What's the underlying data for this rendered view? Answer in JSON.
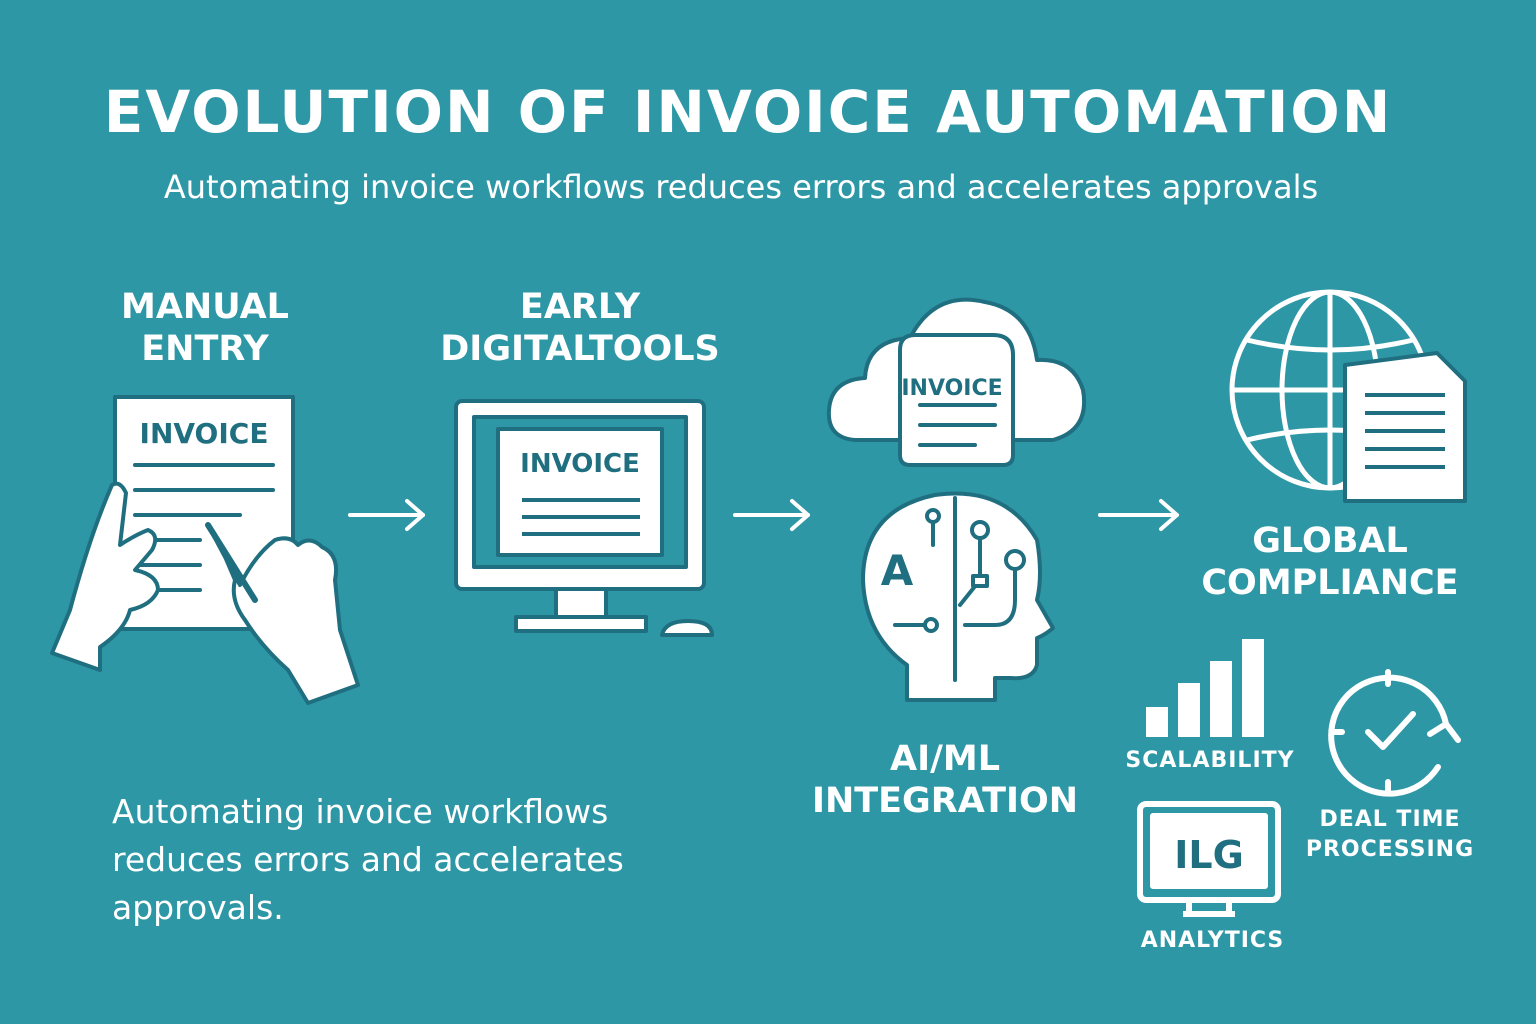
{
  "header": {
    "title": "EVOLUTION OF INVOICE AUTOMATION",
    "subtitle": "Automating invoice workflows reduces errors and accelerates approvals"
  },
  "stages": [
    {
      "line1": "MANUAL",
      "line2": "ENTRY",
      "doc_label": "INVOICE",
      "icon": "hands-writing-invoice-icon"
    },
    {
      "line1": "EARLY",
      "line2": "DIGITALTOOLS",
      "doc_label": "INVOICE",
      "icon": "computer-monitor-icon"
    },
    {
      "line1": "AI/ML",
      "line2": "INTEGRATION",
      "doc_label": "INVOICE",
      "icon": "cloud-ai-head-icon"
    },
    {
      "line1": "GLOBAL",
      "line2": "COMPLIANCE",
      "icon": "globe-document-icon"
    }
  ],
  "benefits": {
    "scalability": "SCALABILITY",
    "analytics": "ANALYTICS",
    "analytics_screen": "ILG",
    "deal_time_line1": "DEAL TIME",
    "deal_time_line2": "PROCESSING"
  },
  "ai_head_letter": "A",
  "body": {
    "line1": "Automating invoice workflows",
    "line2": "reduces errors and accelerates",
    "line3": "approvals."
  },
  "colors": {
    "background": "#2e97a6",
    "foreground": "#ffffff",
    "ink": "#1f6f80"
  }
}
